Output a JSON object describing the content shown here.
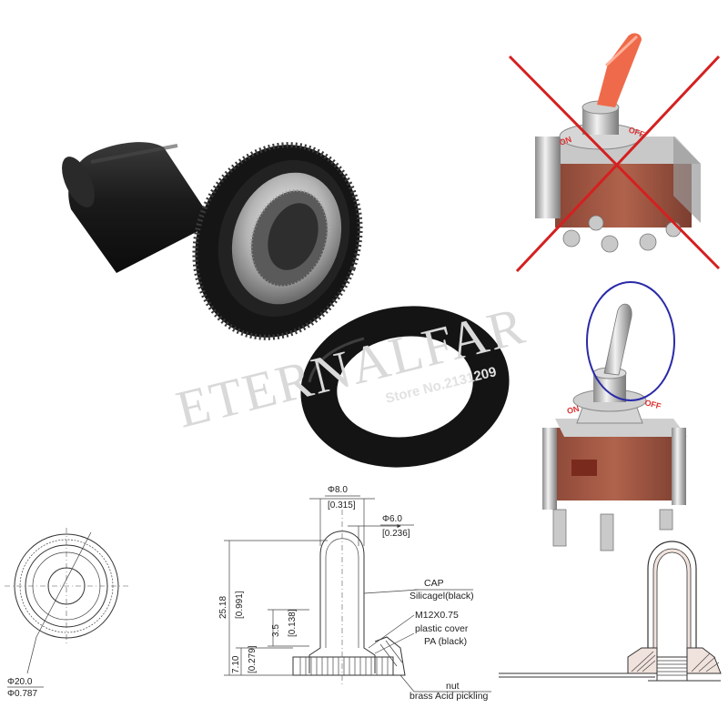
{
  "watermark": {
    "brand": "ETERNALFAR",
    "store": "Store No.2131209"
  },
  "switch_labels": {
    "on": "ON",
    "off": "OFF"
  },
  "front_view": {
    "dia_mm": "Φ20.0",
    "dia_in": "Φ0.787"
  },
  "side_view": {
    "top_dia_mm": "Φ8.0",
    "top_dia_in": "[0.315]",
    "inner_dia_mm": "Φ6.0",
    "inner_dia_in": "[0.236]",
    "height_mm": "25.18",
    "height_in": "[0.991]",
    "thread_h_mm": "3.5",
    "thread_h_in": "[0.138]",
    "base_h_mm": "7.10",
    "base_h_in": "[0.279]"
  },
  "callouts": {
    "cap": "CAP",
    "cap_material": "Silicagel(black)",
    "thread": "M12X0.75",
    "plastic_cover": "plastic cover",
    "plastic_material": "PA (black)",
    "nut": "nut",
    "nut_material": "brass Acid pickling"
  },
  "colors": {
    "cross": "#d42020",
    "circle": "#2a2aa8",
    "switch_body": "#a55a45",
    "boot": "#1c1c1c"
  }
}
